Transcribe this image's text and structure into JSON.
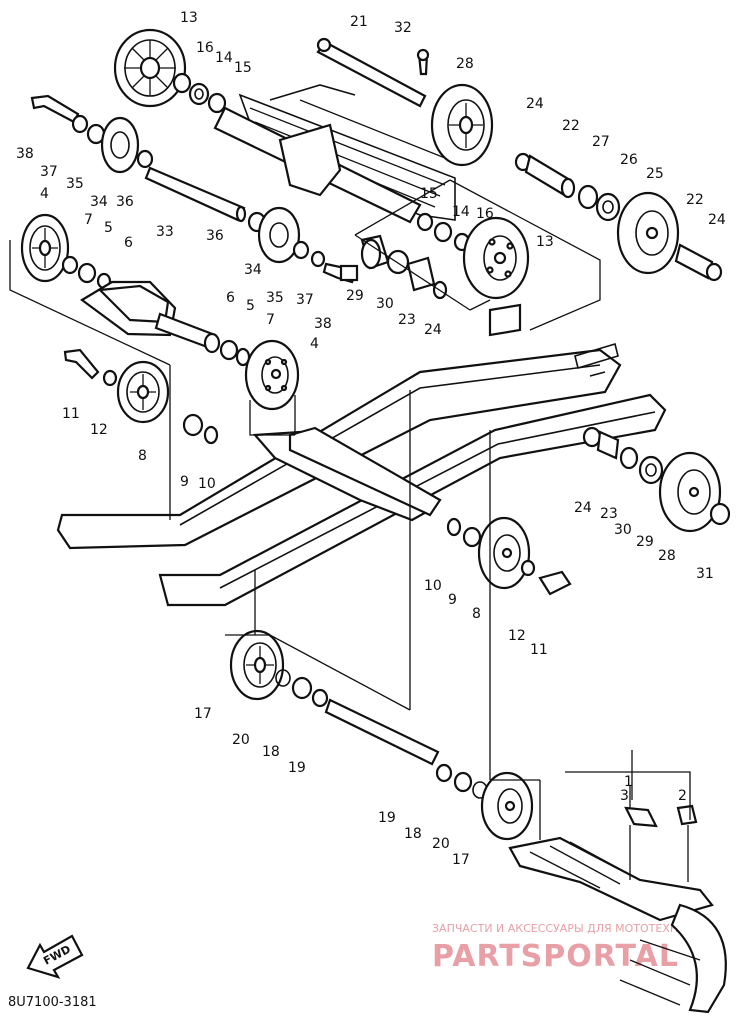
{
  "diagram": {
    "code": "8U7100-3181",
    "forward_label": "FWD",
    "labels": [
      "1",
      "2",
      "3",
      "4",
      "5",
      "6",
      "7",
      "8",
      "9",
      "10",
      "11",
      "12",
      "13",
      "14",
      "15",
      "16",
      "17",
      "18",
      "19",
      "20",
      "21",
      "22",
      "23",
      "24",
      "25",
      "26",
      "27",
      "28",
      "29",
      "30",
      "31",
      "32",
      "33",
      "34",
      "35",
      "36",
      "37",
      "38"
    ]
  },
  "watermark": {
    "line1": "ЗАПЧАСТИ И АКСЕССУАРЫ ДЛЯ МОТОТЕХНИКИ",
    "line2": "PARTSPORTAL",
    "color": "#e8a0a6"
  }
}
